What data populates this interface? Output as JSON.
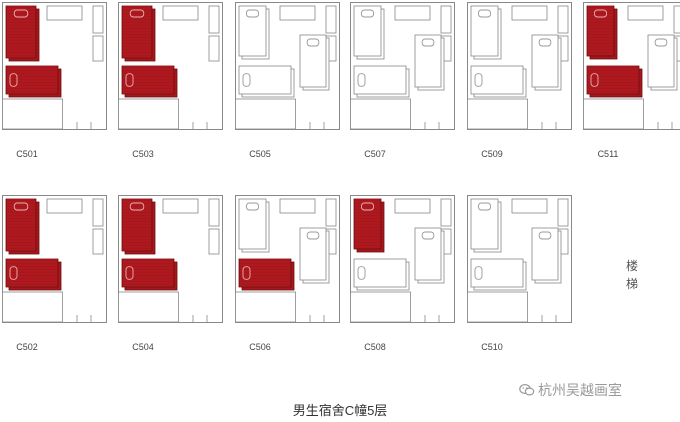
{
  "rooms": [
    {
      "id": "C501",
      "beds": [
        "red",
        "red"
      ]
    },
    {
      "id": "C503",
      "beds": [
        "red",
        "red"
      ]
    },
    {
      "id": "C505",
      "beds": [
        "white",
        "white",
        "white"
      ]
    },
    {
      "id": "C507",
      "beds": [
        "white",
        "white",
        "white"
      ]
    },
    {
      "id": "C509",
      "beds": [
        "white",
        "white",
        "white"
      ]
    },
    {
      "id": "C511",
      "beds": [
        "red",
        "red",
        "white"
      ]
    },
    {
      "id": "C502",
      "beds": [
        "red",
        "red"
      ]
    },
    {
      "id": "C504",
      "beds": [
        "red",
        "red"
      ]
    },
    {
      "id": "C506",
      "beds": [
        "white",
        "red",
        "white"
      ]
    },
    {
      "id": "C508",
      "beds": [
        "red",
        "white",
        "white"
      ]
    },
    {
      "id": "C510",
      "beds": [
        "white",
        "white",
        "white"
      ]
    }
  ],
  "stair_label": [
    "楼",
    "梯"
  ],
  "floor_title": "男生宿舍C幢5层",
  "watermark": "杭州吴越画室",
  "colors": {
    "occupied": "#a8161c",
    "wall": "#888888",
    "free": "#ffffff"
  }
}
